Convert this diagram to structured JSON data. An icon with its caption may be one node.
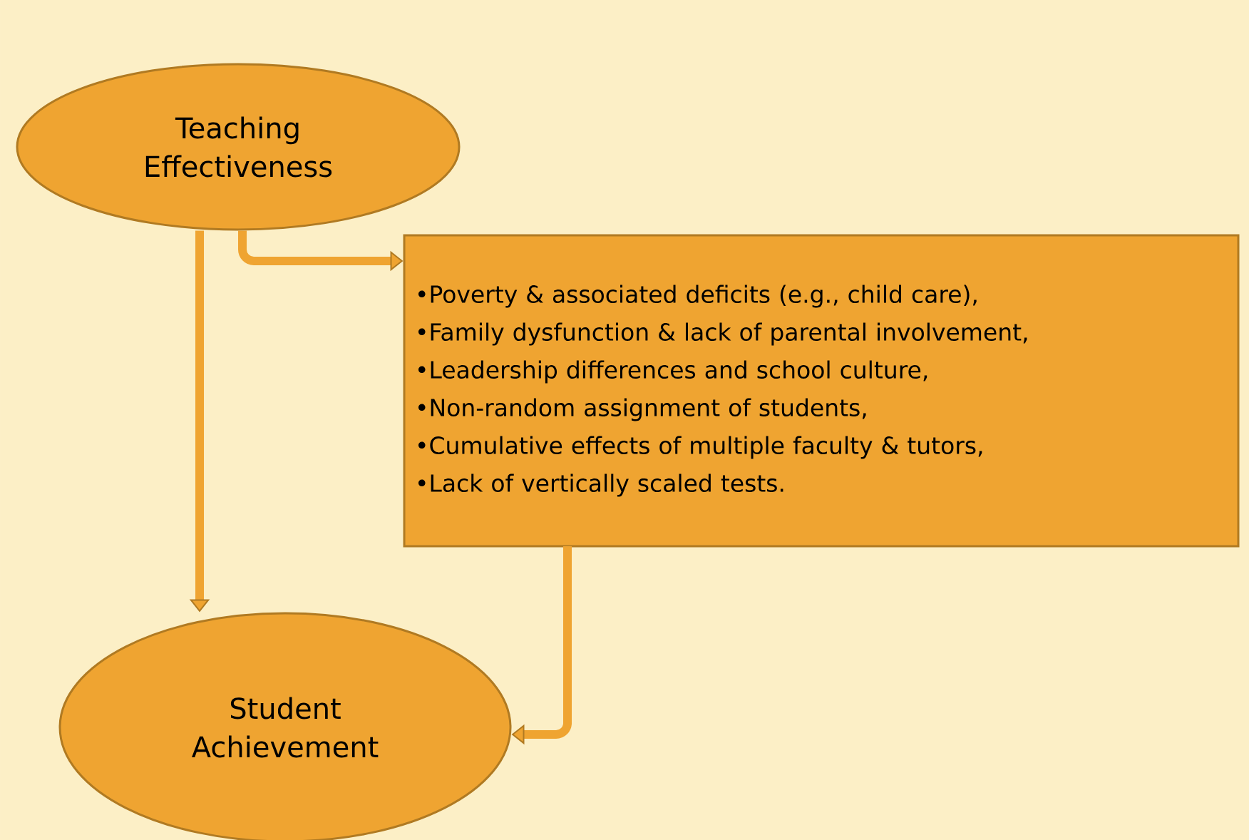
{
  "diagram": {
    "nodes": [
      {
        "text": [
          "Teaching Effectiveness"
        ]
      },
      {
        "text": [
          "•Poverty & associated deficits (e.g., child care),",
          "•Family dysfunction & lack of parental involvement,",
          "•Leadership differences and school culture,",
          "•Non-random assignment of students,",
          "•Cumulative effects of multiple faculty & tutors,",
          "•Lack of vertically scaled tests."
        ]
      },
      {
        "text": [
          "Student Achievement"
        ]
      }
    ],
    "edges": [
      {
        "from": 0,
        "to": 2,
        "arrow": "to"
      },
      {
        "from": 0,
        "to": 1,
        "arrow": "to"
      },
      {
        "from": 1,
        "to": 2,
        "arrow": "to"
      }
    ]
  }
}
